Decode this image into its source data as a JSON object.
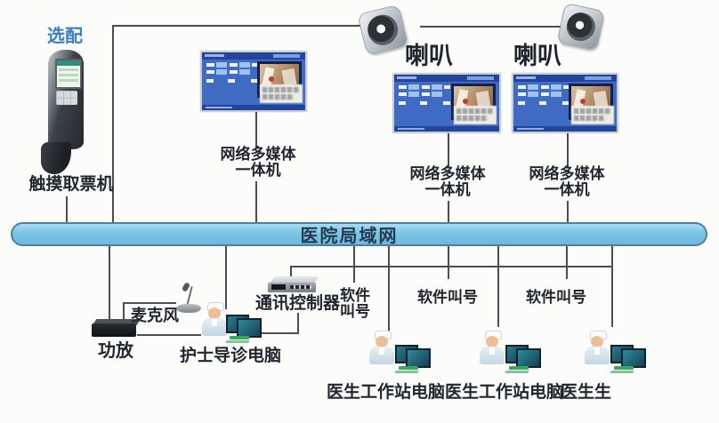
{
  "header": {
    "optional": "选配"
  },
  "labels": {
    "kiosk": "触摸取票机",
    "speaker1": "喇叭",
    "speaker2": "喇叭",
    "monitor1_l1": "网络多媒体",
    "monitor1_l2": "一体机",
    "monitor2_l1": "网络多媒体",
    "monitor2_l2": "一体机",
    "monitor3_l1": "网络多媒体",
    "monitor3_l2": "一体机",
    "lan": "医院局域网",
    "amp": "功放",
    "mic": "麦克风",
    "nurse_pc": "护士导诊电脑",
    "controller": "通讯控制器",
    "swcall1_l1": "软件",
    "swcall1_l2": "叫号",
    "swcall2": "软件叫号",
    "swcall3": "软件叫号",
    "doctor1": "医生工作站电脑",
    "doctor2": "医生工作站电脑",
    "doctor3": "医生生"
  },
  "colors": {
    "lan_fill": "#7cc4e6",
    "lan_border": "#4e7f9e",
    "optional_blue": "#3a7ec2",
    "line": "#4a4d52",
    "screen_blue": "#3f6cc2",
    "text": "#21262e"
  }
}
